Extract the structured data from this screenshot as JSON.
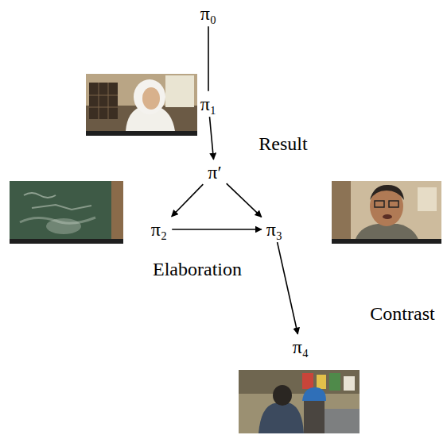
{
  "diagram": {
    "nodes": [
      {
        "text": [
          "π₀"
        ]
      },
      {
        "text": [
          "π₁"
        ]
      },
      {
        "text": [
          "π′"
        ]
      },
      {
        "text": [
          "π₂"
        ]
      },
      {
        "text": [
          "π₃"
        ]
      },
      {
        "text": [
          "π₄"
        ]
      }
    ],
    "edges": [
      {
        "from": 0,
        "to": 1,
        "arrow": "none"
      },
      {
        "from": 1,
        "to": 2,
        "arrow": "to",
        "label": "Result"
      },
      {
        "from": 2,
        "to": 3,
        "arrow": "to"
      },
      {
        "from": 2,
        "to": 4,
        "arrow": "to"
      },
      {
        "from": 3,
        "to": 4,
        "arrow": "to",
        "label": "Elaboration"
      },
      {
        "from": 4,
        "to": 5,
        "arrow": "to",
        "label": "Contrast"
      }
    ]
  }
}
